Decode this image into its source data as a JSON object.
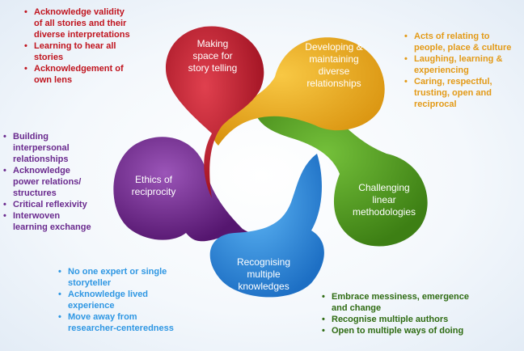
{
  "colors": {
    "red": "#b5182a",
    "orange": "#eaa91d",
    "green": "#4e9a1d",
    "blue": "#2e8ee0",
    "purple": "#6e2a8e",
    "red_text": "#c0141e",
    "orange_text": "#e39a17",
    "green_text": "#2e6b12",
    "blue_text": "#2f97e3",
    "purple_text": "#6a2a8e"
  },
  "nodes": {
    "red": {
      "label_lines": [
        "Making",
        "space for",
        "story telling"
      ]
    },
    "orange": {
      "label_lines": [
        "Developing &",
        "maintaining",
        "diverse",
        "relationships"
      ]
    },
    "green": {
      "label_lines": [
        "Challenging",
        "linear",
        "methodologies"
      ]
    },
    "blue": {
      "label_lines": [
        "Recognising",
        "multiple",
        "knowledges"
      ]
    },
    "purple": {
      "label_lines": [
        "Ethics of",
        "reciprocity"
      ]
    }
  },
  "lists": {
    "red": [
      [
        "Acknowledge validity",
        "of all stories and their",
        "diverse interpretations"
      ],
      [
        "Learning to hear all",
        "stories"
      ],
      [
        "Acknowledgement of",
        "own lens"
      ]
    ],
    "orange": [
      [
        "Acts of relating to",
        "people, place & culture"
      ],
      [
        "Laughing, learning &",
        "experiencing"
      ],
      [
        "Caring, respectful,",
        "trusting, open and",
        "reciprocal"
      ]
    ],
    "purple": [
      [
        "Building",
        "interpersonal",
        "relationships"
      ],
      [
        "Acknowledge",
        "power relations/",
        "structures"
      ],
      [
        "Critical reflexivity"
      ],
      [
        "Interwoven",
        "learning exchange"
      ]
    ],
    "blue": [
      [
        "No one expert or single",
        "storyteller"
      ],
      [
        "Acknowledge lived",
        "experience"
      ],
      [
        "Move away from",
        "researcher-centeredness"
      ]
    ],
    "green": [
      [
        "Embrace messiness, emergence",
        "and change"
      ],
      [
        "Recognise multiple authors"
      ],
      [
        "Open to multiple ways of doing"
      ]
    ]
  }
}
